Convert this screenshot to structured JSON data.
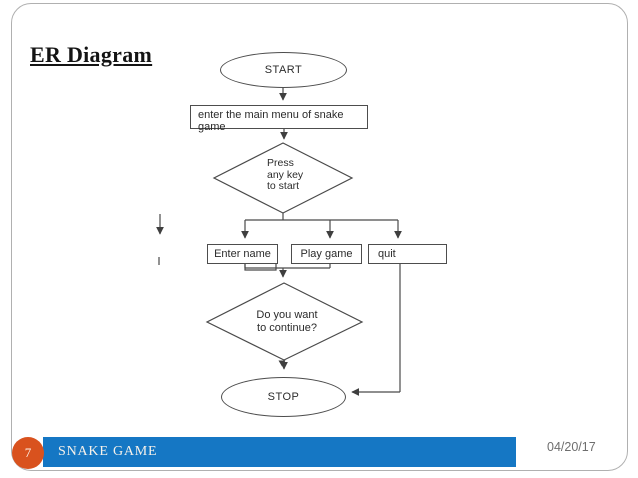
{
  "slide": {
    "title": "ER Diagram",
    "footer": {
      "page_number": "7",
      "label": "SNAKE GAME",
      "date": "04/20/17"
    },
    "colors": {
      "accent_blue": "#1577c4",
      "accent_orange": "#d9521e",
      "line_color": "#3f3f3f",
      "border_gray": "#b0b0b0",
      "date_text": "#6e6e6e"
    }
  },
  "flowchart": {
    "start_label": "START",
    "menu_step": "enter the main menu of snake game",
    "decision_start": "Press\nany key\nto start",
    "options": [
      {
        "label": "Enter name"
      },
      {
        "label": "Play game"
      },
      {
        "label": "quit"
      }
    ],
    "decision_continue": "Do you want\nto continue?",
    "stop_label": "STOP"
  }
}
